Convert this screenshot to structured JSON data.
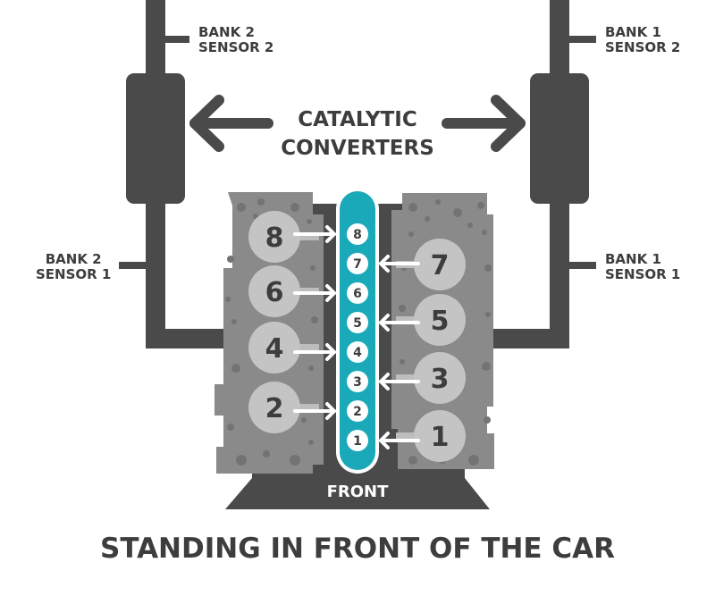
{
  "labels": {
    "bank2_sensor2": [
      "BANK 2",
      "SENSOR 2"
    ],
    "bank1_sensor2": [
      "BANK 1",
      "SENSOR 2"
    ],
    "bank2_sensor1": [
      "BANK 2",
      "SENSOR 1"
    ],
    "bank1_sensor1": [
      "BANK 1",
      "SENSOR 1"
    ],
    "catalytic_converters": [
      "CATALYTIC",
      "CONVERTERS"
    ],
    "front": "FRONT",
    "footer": "STANDING IN FRONT OF THE CAR"
  },
  "bank2_cylinders": [
    "8",
    "6",
    "4",
    "2"
  ],
  "bank1_cylinders": [
    "7",
    "5",
    "3",
    "1"
  ],
  "firing_column": [
    "8",
    "7",
    "6",
    "5",
    "4",
    "3",
    "2",
    "1"
  ],
  "colors": {
    "pipe": "#4a4a4a",
    "block": "#8a8a8a",
    "block_speckle": "#737373",
    "cylinder": "#c4c4c4",
    "teal": "#1aa9b8",
    "text": "#3d3d3d"
  }
}
